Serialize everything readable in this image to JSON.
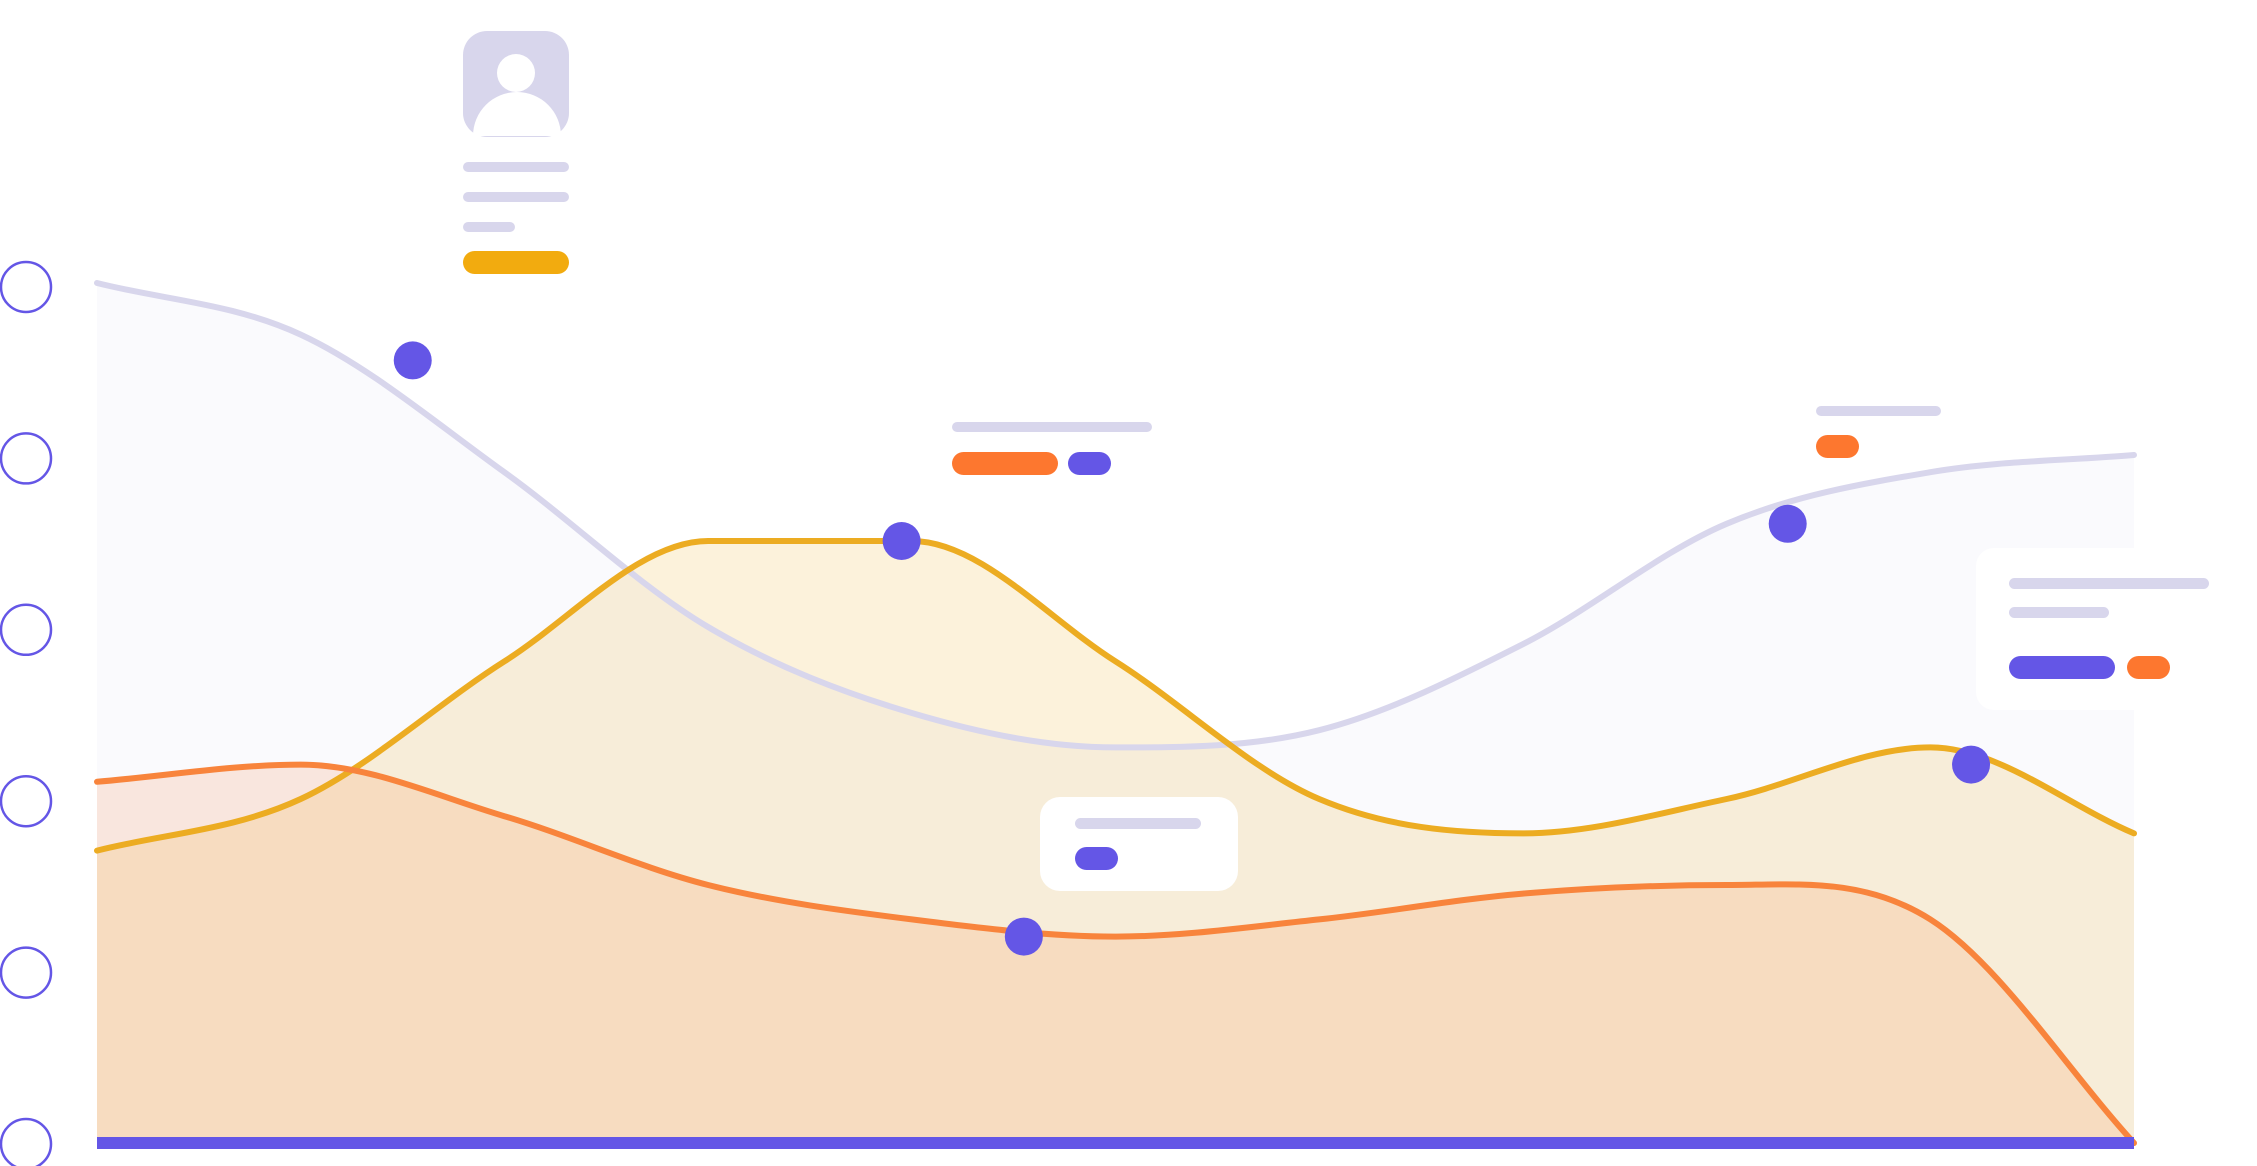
{
  "colors": {
    "background": "#ffffff",
    "lavender": "#d8d6ec",
    "amber": "#ecac22",
    "orange": "#f8843c",
    "orange_badge": "#fd772f",
    "violet": "#6456e6",
    "gold_button": "#f2ab0f",
    "card_shadow": "#ecebf5"
  },
  "icons": {
    "profile_card": "user-avatar-icon",
    "axis_marker": "circle-outline-icon"
  },
  "chart_data": {
    "type": "area",
    "title": "",
    "xlabel": "",
    "ylabel": "",
    "grid": false,
    "legend": "none",
    "x": [
      0,
      2,
      4,
      6,
      8,
      10,
      12,
      14,
      16,
      18,
      20
    ],
    "ylim": [
      0,
      5
    ],
    "series": [
      {
        "color": "#d8d6ec",
        "values": [
          5.0,
          4.7,
          3.9,
          3.0,
          2.5,
          2.3,
          2.4,
          2.9,
          3.6,
          3.9,
          4.0
        ],
        "markers": [
          {
            "x": 3.1,
            "y": 4.55
          },
          {
            "x": 16.6,
            "y": 3.6
          }
        ]
      },
      {
        "color": "#ecac22",
        "values": [
          1.7,
          2.0,
          2.8,
          3.5,
          3.5,
          2.8,
          2.0,
          1.8,
          2.0,
          2.3,
          1.8
        ],
        "markers": [
          {
            "x": 7.9,
            "y": 3.5
          },
          {
            "x": 18.4,
            "y": 2.2
          }
        ]
      },
      {
        "color": "#f8843c",
        "values": [
          2.1,
          2.2,
          1.9,
          1.5,
          1.3,
          1.2,
          1.3,
          1.45,
          1.5,
          1.3,
          0.0
        ],
        "markers": [
          {
            "x": 9.1,
            "y": 1.2
          }
        ]
      }
    ],
    "axis_markers": 6,
    "placeholder_cards": 5
  }
}
